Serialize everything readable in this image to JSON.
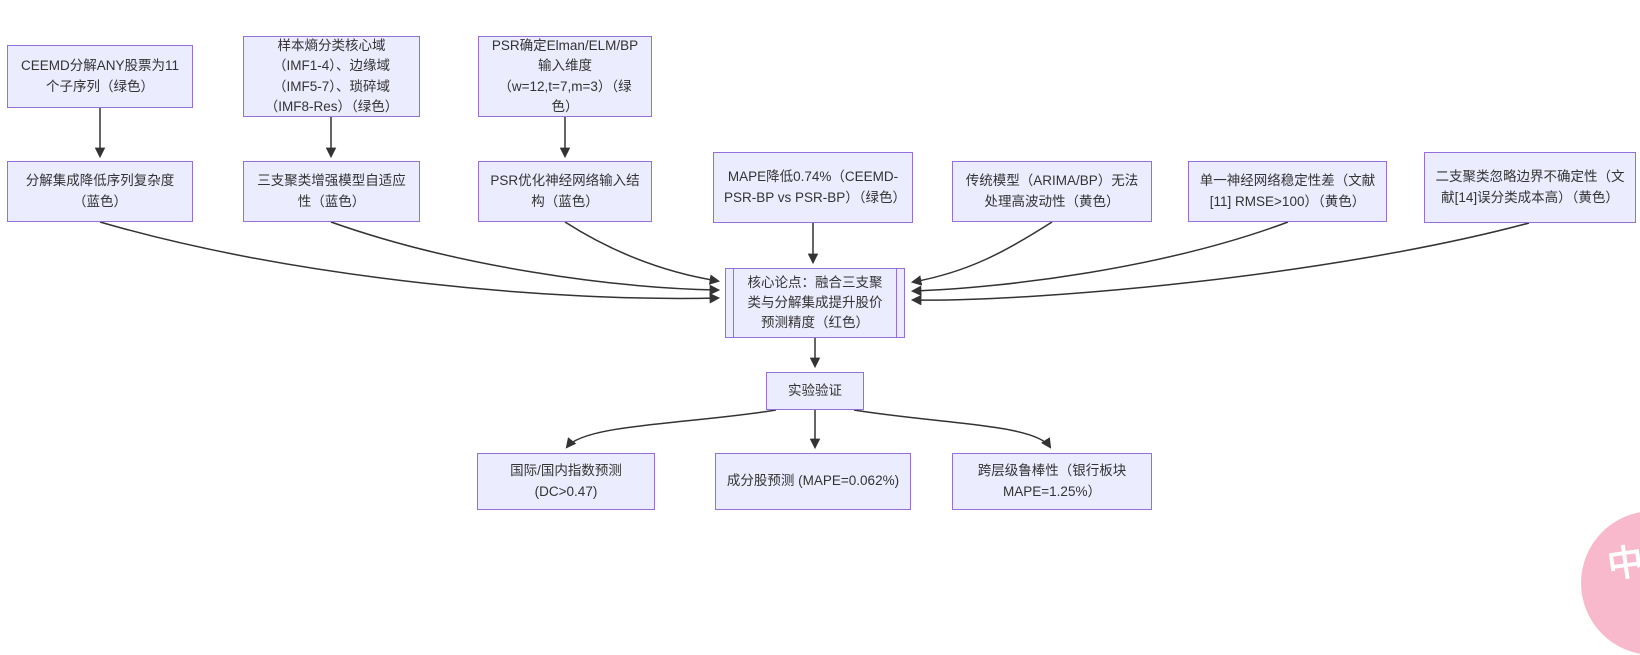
{
  "diagram": {
    "type": "flowchart",
    "nodes": {
      "ceemd": {
        "label": "CEEMD分解ANY股票为11个子序列（绿色）"
      },
      "entropy": {
        "label": "样本熵分类核心域（IMF1-4）、边缘域（IMF5-7）、琐碎域（IMF8-Res）（绿色）"
      },
      "psrin": {
        "label": "PSR确定Elman/ELM/BP输入维度（w=12,t=7,m=3）（绿色）"
      },
      "decomp": {
        "label": "分解集成降低序列复杂度（蓝色）"
      },
      "threeway": {
        "label": "三支聚类增强模型自适应性（蓝色）"
      },
      "psropt": {
        "label": "PSR优化神经网络输入结构（蓝色）"
      },
      "mape": {
        "label": "MAPE降低0.74%（CEEMD-PSR-BP vs PSR-BP）（绿色）"
      },
      "trad": {
        "label": "传统模型（ARIMA/BP）无法处理高波动性（黄色）"
      },
      "singlenn": {
        "label": "单一神经网络稳定性差（文献[11] RMSE>100）（黄色）"
      },
      "twoway": {
        "label": "二支聚类忽略边界不确定性（文献[14]误分类成本高）（黄色）"
      },
      "core": {
        "label": "核心论点：融合三支聚类与分解集成提升股价预测精度（红色）"
      },
      "exp": {
        "label": "实验验证"
      },
      "index": {
        "label": "国际/国内指数预测 (DC>0.47)"
      },
      "stock": {
        "label": "成分股预测 (MAPE=0.062%)"
      },
      "robust": {
        "label": "跨层级鲁棒性（银行板块 MAPE=1.25%）"
      }
    },
    "colors": {
      "node_fill": "#ECECFF",
      "node_border": "#9370DB",
      "edge": "#333333",
      "text": "#333333"
    }
  },
  "watermark": {
    "label": "中A",
    "color": "#F8B9CC"
  }
}
